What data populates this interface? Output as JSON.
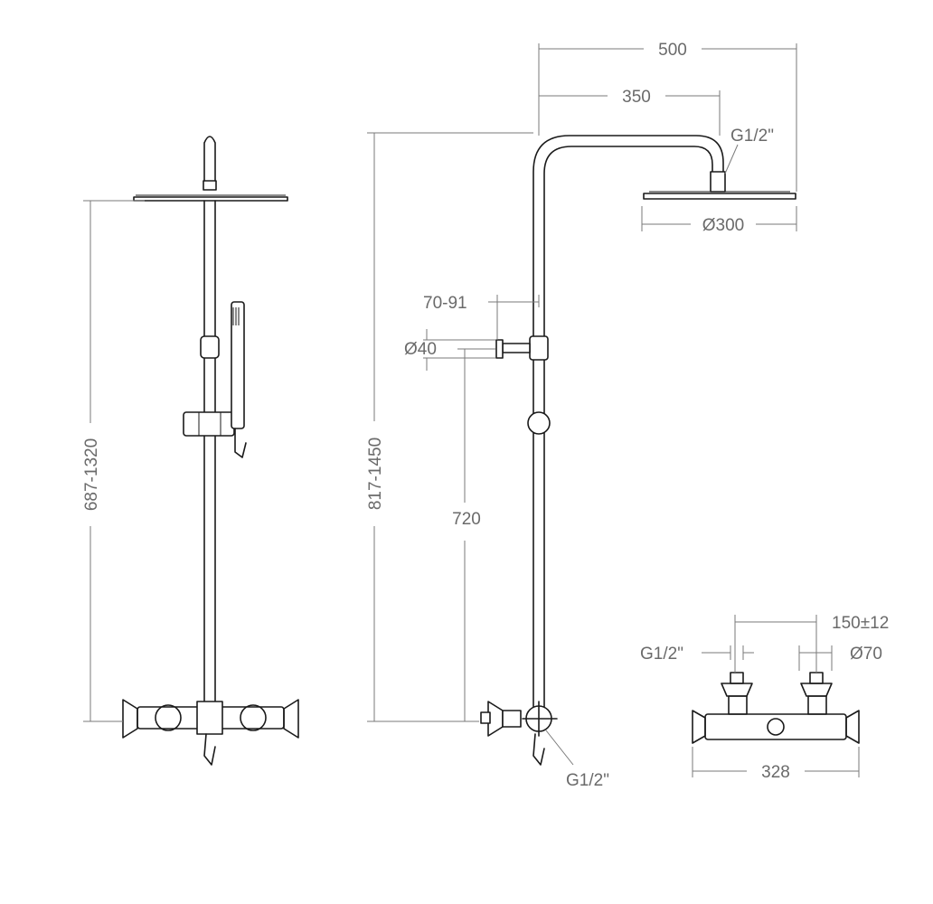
{
  "colors": {
    "line": "#1a1a1a",
    "dimension": "#7a7a7a",
    "dimension_text": "#6a6a6a",
    "background": "#ffffff"
  },
  "front_view": {
    "height_range": "687-1320"
  },
  "side_view": {
    "arm_length": "500",
    "head_offset": "350",
    "head_connection": "G1/2\"",
    "head_diameter": "Ø300",
    "total_height": "817-1450",
    "bracket_depth": "70-91",
    "bracket_diameter": "Ø40",
    "bracket_height": "720",
    "inlet_connection": "G1/2\""
  },
  "valve_view": {
    "center_distance": "150±12",
    "inlet_connection": "G1/2\"",
    "flange_diameter": "Ø70",
    "width": "328"
  }
}
